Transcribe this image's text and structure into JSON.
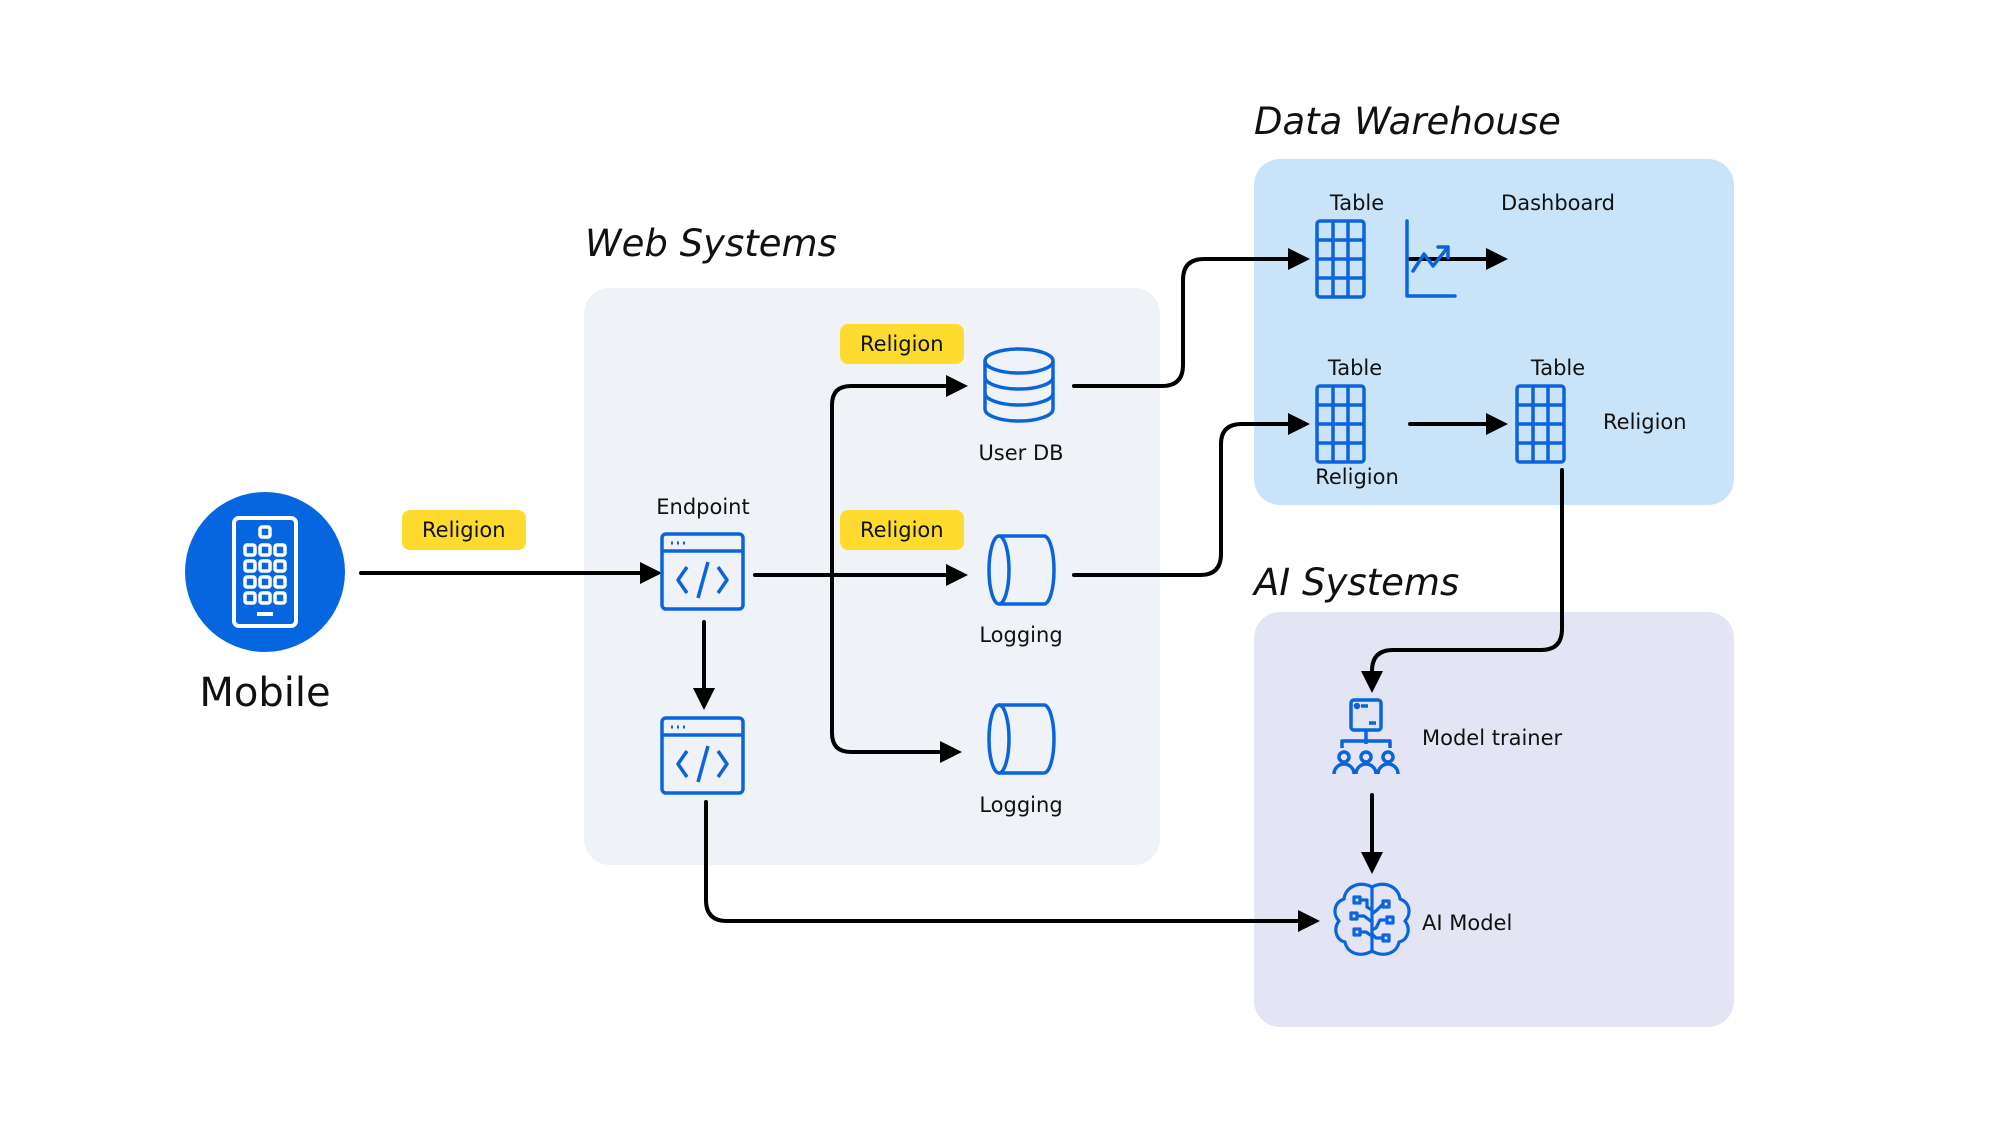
{
  "groups": {
    "web": {
      "title": "Web Systems"
    },
    "warehouse": {
      "title": "Data Warehouse"
    },
    "ai": {
      "title": "AI Systems"
    }
  },
  "nodes": {
    "mobile": {
      "label": "Mobile",
      "icon": "mobile-phone-icon"
    },
    "endpoint": {
      "label": "Endpoint",
      "icon": "code-window-icon"
    },
    "endpoint2": {
      "label": "",
      "icon": "code-window-icon"
    },
    "user_db": {
      "label": "User DB",
      "icon": "database-icon"
    },
    "logging1": {
      "label": "Logging",
      "icon": "cylinder-storage-icon"
    },
    "logging2": {
      "label": "Logging",
      "icon": "cylinder-storage-icon"
    },
    "table1": {
      "label": "Table",
      "icon": "table-grid-icon"
    },
    "dashboard": {
      "label": "Dashboard",
      "icon": "line-chart-icon"
    },
    "table2": {
      "label": "Table",
      "sublabel": "Religion",
      "icon": "table-grid-icon"
    },
    "table3": {
      "label": "Table",
      "sidelabel": "Religion",
      "icon": "table-grid-icon"
    },
    "model_trainer": {
      "label": "Model trainer",
      "icon": "model-trainer-icon"
    },
    "ai_model": {
      "label": "AI Model",
      "icon": "brain-circuit-icon"
    }
  },
  "tags": {
    "mobile_to_endpoint": "Religion",
    "to_user_db": "Religion",
    "to_logging": "Religion"
  },
  "colors": {
    "icon_blue": "#0a64db",
    "tag_yellow": "#fedb2e",
    "mobile_circle": "#0566e0",
    "web_bg": "#eff2f6",
    "warehouse_bg": "#c9e4f9",
    "ai_bg": "#e3e5f4",
    "edge": "#000000"
  },
  "edges": [
    {
      "from": "Mobile",
      "to": "Endpoint",
      "tag": "Religion"
    },
    {
      "from": "Endpoint",
      "to": "User DB",
      "tag": "Religion"
    },
    {
      "from": "Endpoint",
      "to": "Logging",
      "tag": "Religion"
    },
    {
      "from": "Endpoint",
      "to": "Logging (2)"
    },
    {
      "from": "Endpoint",
      "to": "Endpoint (2)"
    },
    {
      "from": "User DB",
      "to": "Table"
    },
    {
      "from": "Table",
      "to": "Dashboard"
    },
    {
      "from": "Logging",
      "to": "Table (Religion)"
    },
    {
      "from": "Table (Religion)",
      "to": "Table (Religion col)"
    },
    {
      "from": "Table (Religion col)",
      "to": "Model trainer"
    },
    {
      "from": "Model trainer",
      "to": "AI Model"
    },
    {
      "from": "Endpoint (2)",
      "to": "AI Model"
    }
  ]
}
